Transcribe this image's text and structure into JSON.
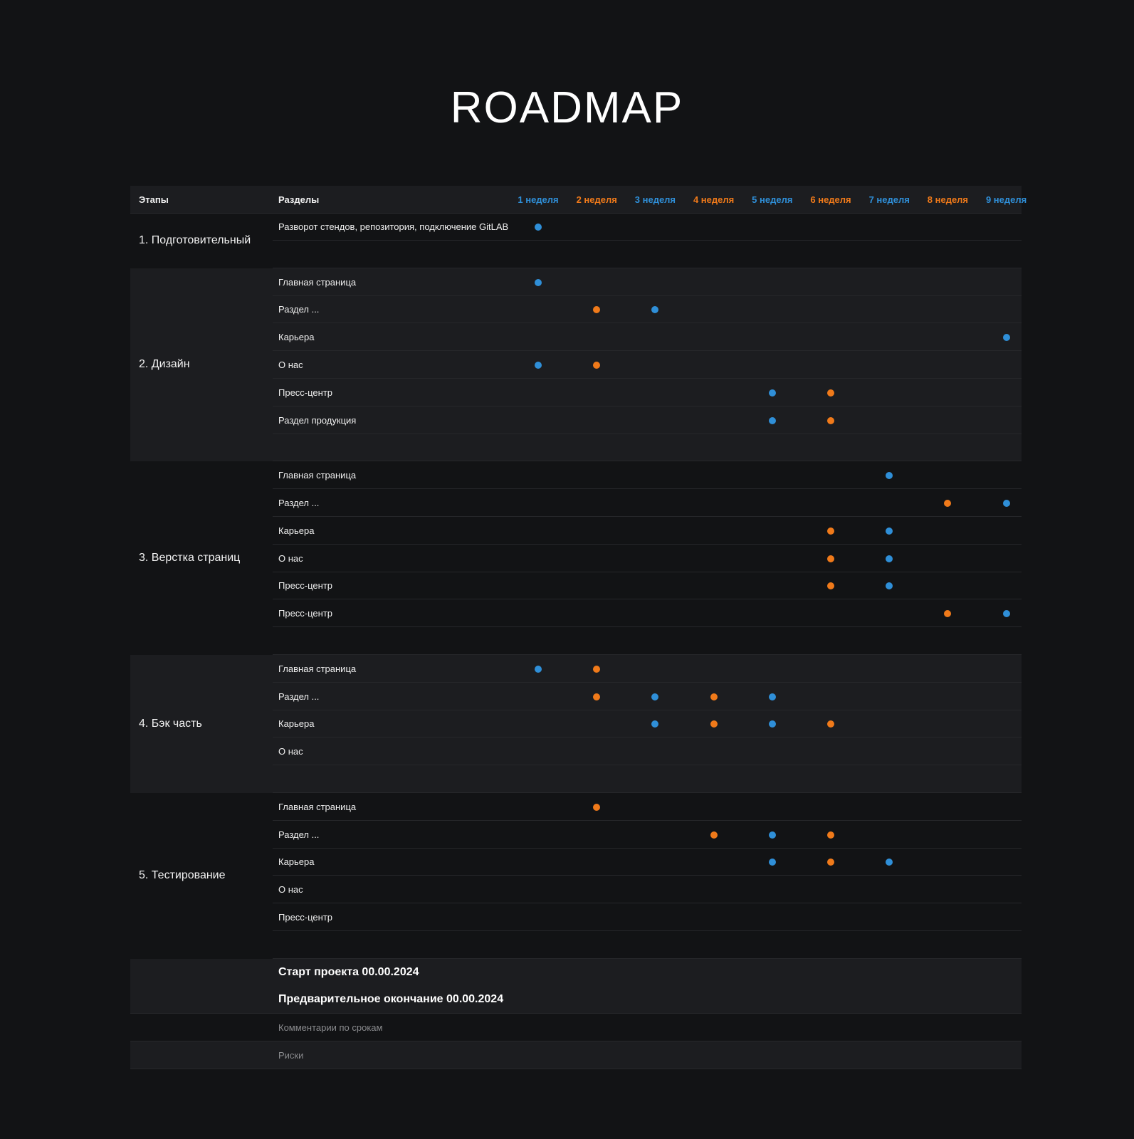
{
  "title": "ROADMAP",
  "header": {
    "stages": "Этапы",
    "sections": "Разделы",
    "weeks": [
      {
        "label": "1 неделя",
        "color": "#2f8fd8"
      },
      {
        "label": "2 неделя",
        "color": "#f07a1a"
      },
      {
        "label": "3 неделя",
        "color": "#2f8fd8"
      },
      {
        "label": "4 неделя",
        "color": "#f07a1a"
      },
      {
        "label": "5 неделя",
        "color": "#2f8fd8"
      },
      {
        "label": "6 неделя",
        "color": "#f07a1a"
      },
      {
        "label": "7 неделя",
        "color": "#2f8fd8"
      },
      {
        "label": "8 неделя",
        "color": "#f07a1a"
      },
      {
        "label": "9 неделя",
        "color": "#2f8fd8"
      }
    ]
  },
  "colors": {
    "blue": "#2f8fd8",
    "orange": "#f07a1a"
  },
  "groups": [
    {
      "stage": "1. Подготовительный",
      "shaded": false,
      "rows": [
        {
          "label": "Разворот стендов, репозитория, подключение GitLAB",
          "dots": [
            [
              1,
              "blue"
            ]
          ]
        }
      ],
      "empty_rows": 1
    },
    {
      "stage": "2. Дизайн",
      "shaded": true,
      "rows": [
        {
          "label": "Главная страница",
          "dots": [
            [
              1,
              "blue"
            ]
          ]
        },
        {
          "label": "Раздел ...",
          "dots": [
            [
              2,
              "orange"
            ],
            [
              3,
              "blue"
            ]
          ]
        },
        {
          "label": "Карьера",
          "dots": [
            [
              9,
              "blue"
            ]
          ]
        },
        {
          "label": "О нас",
          "dots": [
            [
              1,
              "blue"
            ],
            [
              2,
              "orange"
            ]
          ]
        },
        {
          "label": "Пресс-центр",
          "dots": [
            [
              5,
              "blue"
            ],
            [
              6,
              "orange"
            ]
          ]
        },
        {
          "label": "Раздел продукция",
          "dots": [
            [
              5,
              "blue"
            ],
            [
              6,
              "orange"
            ]
          ]
        }
      ],
      "empty_rows": 1
    },
    {
      "stage": "3. Верстка страниц",
      "shaded": false,
      "rows": [
        {
          "label": "Главная страница",
          "dots": [
            [
              7,
              "blue"
            ]
          ]
        },
        {
          "label": "Раздел ...",
          "dots": [
            [
              8,
              "orange"
            ],
            [
              9,
              "blue"
            ]
          ]
        },
        {
          "label": "Карьера",
          "dots": [
            [
              6,
              "orange"
            ],
            [
              7,
              "blue"
            ]
          ]
        },
        {
          "label": "О нас",
          "dots": [
            [
              6,
              "orange"
            ],
            [
              7,
              "blue"
            ]
          ]
        },
        {
          "label": "Пресс-центр",
          "dots": [
            [
              6,
              "orange"
            ],
            [
              7,
              "blue"
            ]
          ]
        },
        {
          "label": "Пресс-центр",
          "dots": [
            [
              8,
              "orange"
            ],
            [
              9,
              "blue"
            ]
          ]
        }
      ],
      "empty_rows": 1
    },
    {
      "stage": "4. Бэк часть",
      "shaded": true,
      "rows": [
        {
          "label": "Главная страница",
          "dots": [
            [
              1,
              "blue"
            ],
            [
              2,
              "orange"
            ]
          ]
        },
        {
          "label": "Раздел ...",
          "dots": [
            [
              2,
              "orange"
            ],
            [
              3,
              "blue"
            ],
            [
              4,
              "orange"
            ],
            [
              5,
              "blue"
            ]
          ]
        },
        {
          "label": "Карьера",
          "dots": [
            [
              3,
              "blue"
            ],
            [
              4,
              "orange"
            ],
            [
              5,
              "blue"
            ],
            [
              6,
              "orange"
            ]
          ]
        },
        {
          "label": "О нас",
          "dots": []
        }
      ],
      "empty_rows": 1
    },
    {
      "stage": "5. Тестирование",
      "shaded": false,
      "rows": [
        {
          "label": "Главная страница",
          "dots": [
            [
              2,
              "orange"
            ]
          ]
        },
        {
          "label": "Раздел ...",
          "dots": [
            [
              4,
              "orange"
            ],
            [
              5,
              "blue"
            ],
            [
              6,
              "orange"
            ]
          ]
        },
        {
          "label": "Карьера",
          "dots": [
            [
              5,
              "blue"
            ],
            [
              6,
              "orange"
            ],
            [
              7,
              "blue"
            ]
          ]
        },
        {
          "label": "О нас",
          "dots": []
        },
        {
          "label": "Пресс-центр",
          "dots": []
        }
      ],
      "empty_rows": 1
    }
  ],
  "footer": [
    {
      "label": "Старт проекта 00.00.2024",
      "style": "bold",
      "shaded": true
    },
    {
      "label": "Предварительное окончание  00.00.2024",
      "style": "bold",
      "shaded": true
    },
    {
      "label": "Комментарии по срокам",
      "style": "muted",
      "shaded": false
    },
    {
      "label": "Риски",
      "style": "muted",
      "shaded": true
    }
  ]
}
